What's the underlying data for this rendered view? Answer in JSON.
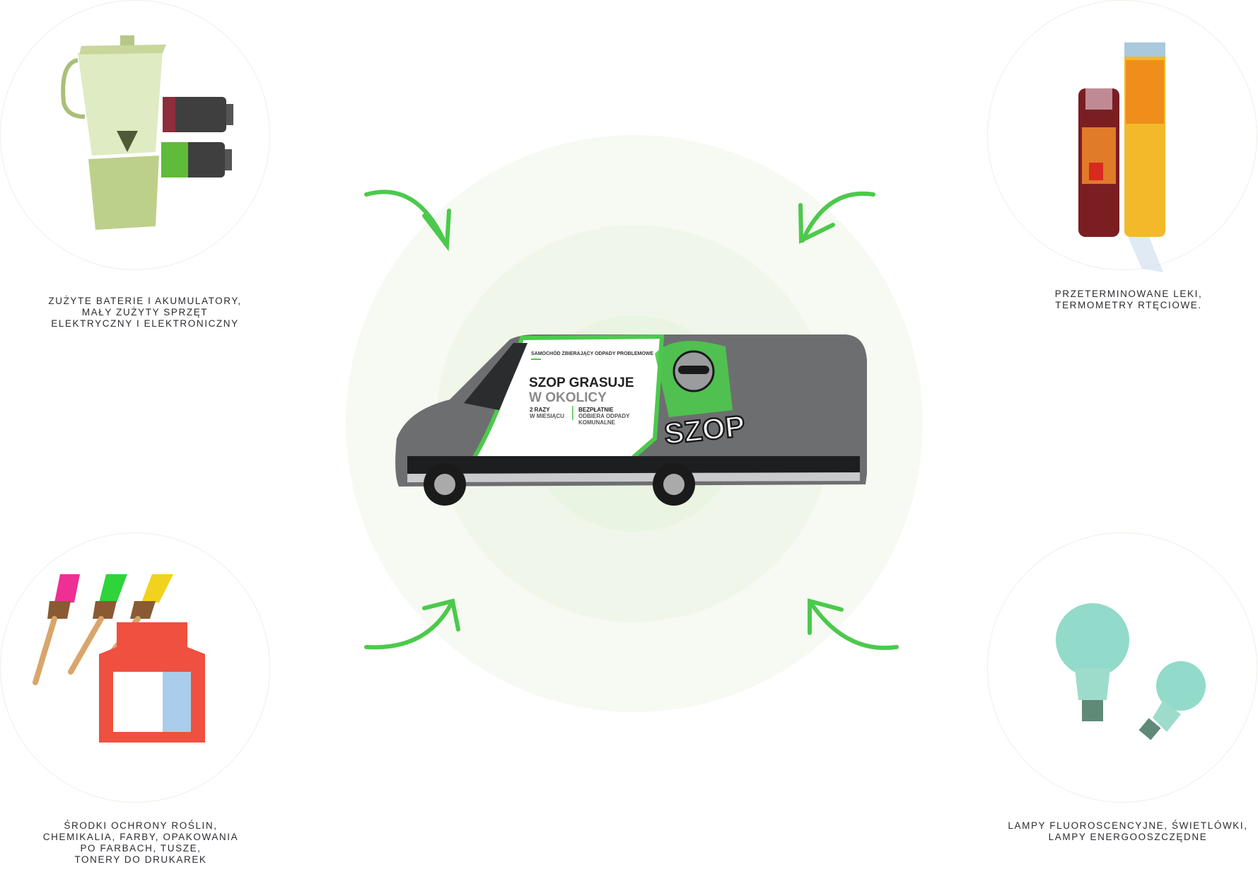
{
  "categories": [
    {
      "id": "batteries",
      "icon": "blender-batteries-icon",
      "lines": [
        "ZUŻYTE BATERIE I AKUMULATORY,",
        "MAŁY ZUŻYTY SPRZĘT",
        "ELEKTRYCZNY I ELEKTRONICZNY"
      ]
    },
    {
      "id": "medicines",
      "icon": "medicine-bottles-icon",
      "lines": [
        "PRZETERMINOWANE LEKI,",
        "TERMOMETRY RTĘCIOWE."
      ]
    },
    {
      "id": "chemicals",
      "icon": "paint-brushes-icon",
      "lines": [
        "ŚRODKI OCHRONY ROŚLIN,",
        "CHEMIKALIA, FARBY, OPAKOWANIA",
        "PO FARBACH, TUSZE,",
        "TONERY DO DRUKAREK"
      ]
    },
    {
      "id": "lamps",
      "icon": "light-bulbs-icon",
      "lines": [
        "LAMPY FLUOROSCENCYJNE, ŚWIETLÓWKI,",
        "LAMPY ENERGOOSZCZĘDNE"
      ]
    }
  ],
  "van": {
    "tagline": "SAMOCHÓD ZBIERAJĄCY ODPADY PROBLEMOWE",
    "headline_1": "SZOP GRASUJE",
    "headline_2": "W OKOLICY",
    "freq_1": "2 RAZY",
    "freq_2": "W MIESIĄCU",
    "free_1": "BEZPŁATNIE",
    "free_2": "ODBIERA ODPADY",
    "free_3": "KOMUNALNE",
    "logo": "SZOP"
  },
  "colors": {
    "accent": "#4cc94c",
    "ring": "#f1f8ec",
    "text": "#2a2c30"
  }
}
